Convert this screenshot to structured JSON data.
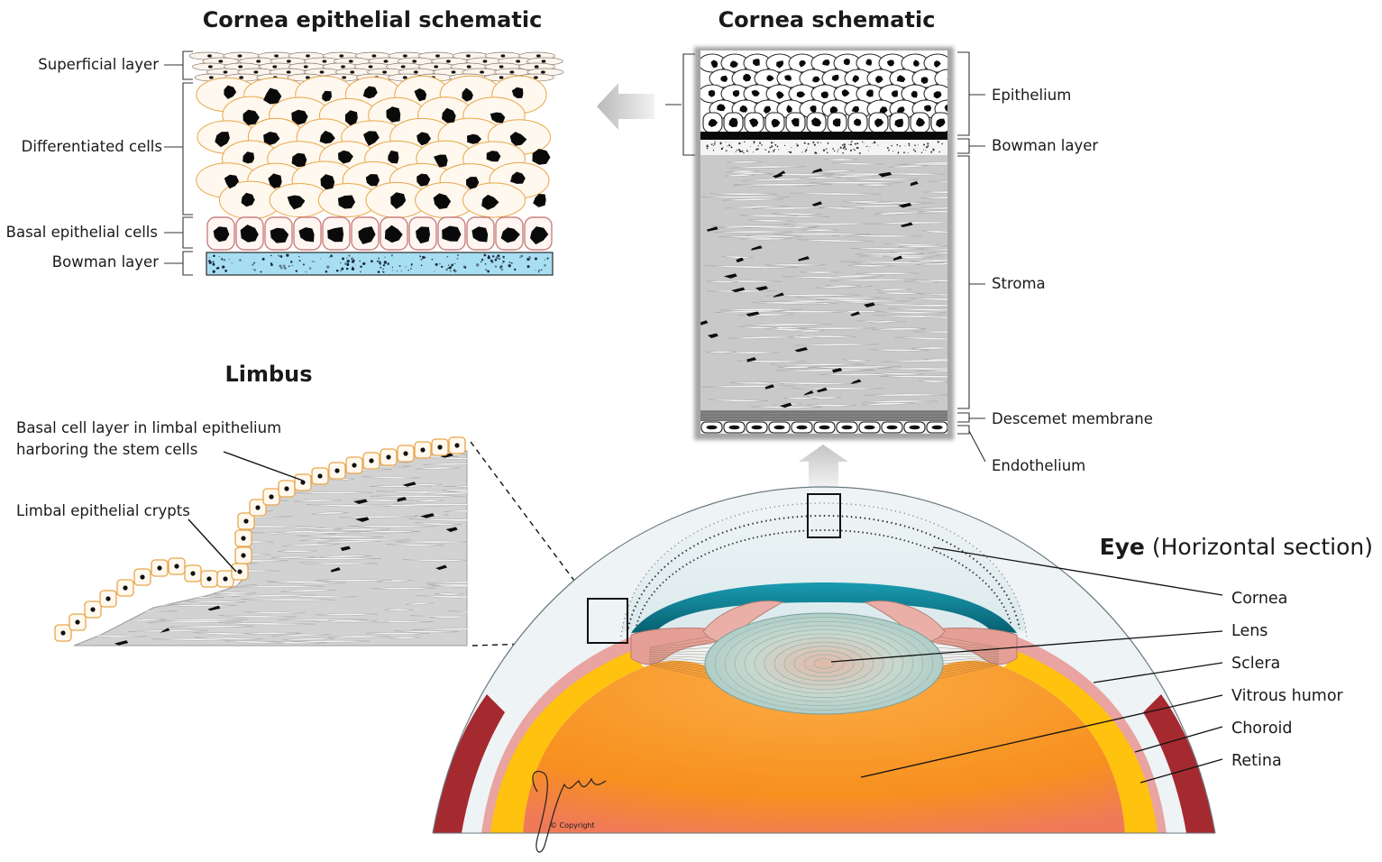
{
  "titles": {
    "epithelial": "Cornea epithelial schematic",
    "cornea": "Cornea schematic",
    "limbus": "Limbus",
    "eye_bold": "Eye",
    "eye_rest": " (Horizontal section)"
  },
  "epithelial_labels": [
    "Superficial layer",
    "Differentiated cells",
    "Basal epithelial cells",
    "Bowman layer"
  ],
  "cornea_labels": [
    "Epithelium",
    "Bowman layer",
    "Stroma",
    "Descemet membrane",
    "Endothelium"
  ],
  "limbus_labels": {
    "basal_line1": "Basal cell layer in limbal epithelium",
    "basal_line2": "harboring the stem cells",
    "crypts": "Limbal epithelial crypts"
  },
  "eye_labels": [
    "Cornea",
    "Lens",
    "Sclera",
    "Vitrous humor",
    "Choroid",
    "Retina"
  ],
  "copyright": "© Copyright",
  "colors": {
    "vitreous": "#f7901e",
    "retina": "#ffc20e",
    "choroid": "#e9a3a0",
    "iris": "#0e7f94",
    "lens": "#bfd8d2",
    "bowman_blue": "#a8def2",
    "cell_fill": "#fff8ee",
    "cell_edge": "#e8a64a",
    "stroma_grey": "#c9c9c9"
  }
}
